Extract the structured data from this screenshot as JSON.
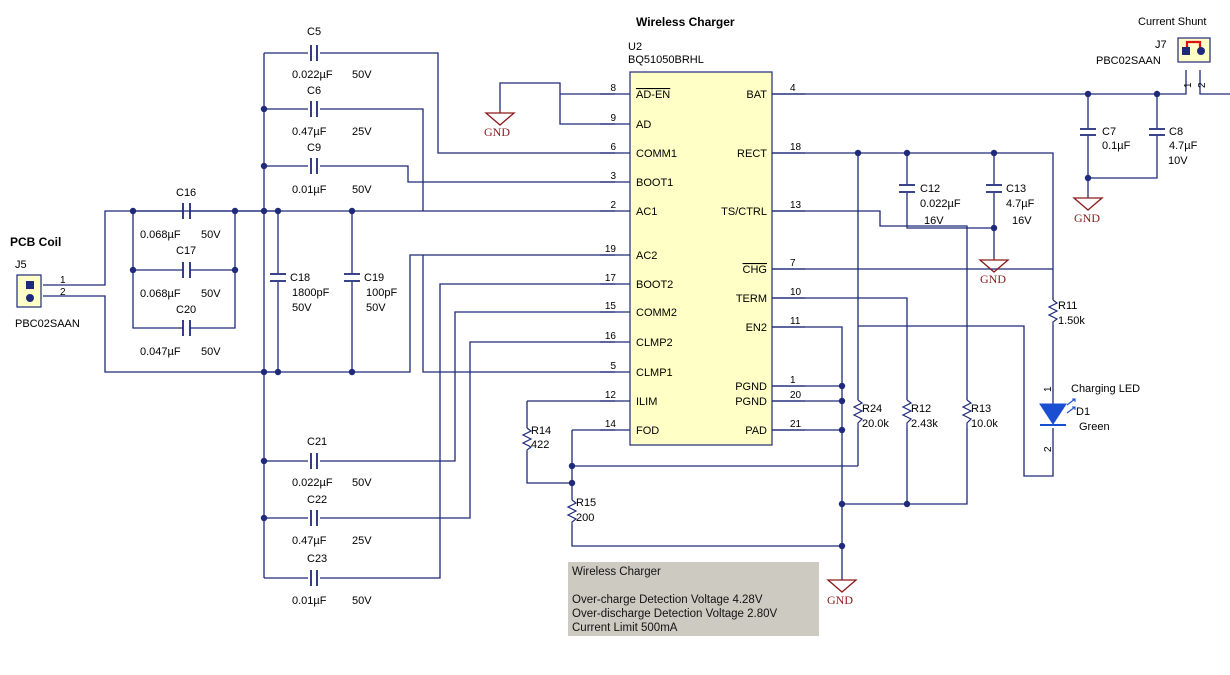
{
  "colors": {
    "wire": "#1f2a7a",
    "ic_fill": "#ffffc6",
    "gnd_symbol": "#8b1a1a",
    "led": "#1b4fd1",
    "note_bg": "#cdcbc1"
  },
  "title": "Wireless Charger",
  "ic": {
    "ref": "U2",
    "part": "BQ51050BRHL",
    "left_pins": [
      {
        "num": "8",
        "name": "AD-EN"
      },
      {
        "num": "9",
        "name": "AD"
      },
      {
        "num": "6",
        "name": "COMM1"
      },
      {
        "num": "3",
        "name": "BOOT1"
      },
      {
        "num": "2",
        "name": "AC1"
      },
      {
        "num": "19",
        "name": "AC2"
      },
      {
        "num": "17",
        "name": "BOOT2"
      },
      {
        "num": "15",
        "name": "COMM2"
      },
      {
        "num": "16",
        "name": "CLMP2"
      },
      {
        "num": "5",
        "name": "CLMP1"
      },
      {
        "num": "12",
        "name": "ILIM"
      },
      {
        "num": "14",
        "name": "FOD"
      }
    ],
    "right_pins": [
      {
        "num": "4",
        "name": "BAT"
      },
      {
        "num": "18",
        "name": "RECT"
      },
      {
        "num": "13",
        "name": "TS/CTRL"
      },
      {
        "num": "7",
        "name": "CHG"
      },
      {
        "num": "10",
        "name": "TERM"
      },
      {
        "num": "11",
        "name": "EN2"
      },
      {
        "num": "1",
        "name": "PGND"
      },
      {
        "num": "20",
        "name": "PGND"
      },
      {
        "num": "21",
        "name": "PAD"
      }
    ]
  },
  "pcb_coil": {
    "title": "PCB Coil",
    "ref": "J5",
    "part": "PBC02SAAN",
    "pin1": "1",
    "pin2": "2"
  },
  "current_shunt": {
    "title": "Current Shunt",
    "ref": "J7",
    "part": "PBC02SAAN",
    "pin1": "1",
    "pin2": "2"
  },
  "capacitors": [
    {
      "ref": "C5",
      "value": "0.022µF",
      "rating": "50V"
    },
    {
      "ref": "C6",
      "value": "0.47µF",
      "rating": "25V"
    },
    {
      "ref": "C9",
      "value": "0.01µF",
      "rating": "50V"
    },
    {
      "ref": "C16",
      "value": "0.068µF",
      "rating": "50V"
    },
    {
      "ref": "C17",
      "value": "0.068µF",
      "rating": "50V"
    },
    {
      "ref": "C20",
      "value": "0.047µF",
      "rating": "50V"
    },
    {
      "ref": "C18",
      "value": "1800pF",
      "rating": "50V"
    },
    {
      "ref": "C19",
      "value": "100pF",
      "rating": "50V"
    },
    {
      "ref": "C21",
      "value": "0.022µF",
      "rating": "50V"
    },
    {
      "ref": "C22",
      "value": "0.47µF",
      "rating": "25V"
    },
    {
      "ref": "C23",
      "value": "0.01µF",
      "rating": "50V"
    },
    {
      "ref": "C12",
      "value": "0.022µF",
      "rating": "16V"
    },
    {
      "ref": "C13",
      "value": "4.7µF",
      "rating": "16V"
    },
    {
      "ref": "C7",
      "value": "0.1µF",
      "rating": ""
    },
    {
      "ref": "C8",
      "value": "4.7µF",
      "rating": "10V"
    }
  ],
  "resistors": [
    {
      "ref": "R11",
      "value": "1.50k"
    },
    {
      "ref": "R14",
      "value": "422"
    },
    {
      "ref": "R15",
      "value": "200"
    },
    {
      "ref": "R24",
      "value": "20.0k"
    },
    {
      "ref": "R12",
      "value": "2.43k"
    },
    {
      "ref": "R13",
      "value": "10.0k"
    }
  ],
  "led": {
    "label": "Charging LED",
    "ref": "D1",
    "color": "Green",
    "pin1": "1",
    "pin2": "2"
  },
  "gnd_label": "GND",
  "note": {
    "title": "Wireless Charger",
    "lines": [
      "Over-charge Detection Voltage 4.28V",
      "Over-discharge Detection Voltage 2.80V",
      "Current Limit 500mA"
    ]
  }
}
